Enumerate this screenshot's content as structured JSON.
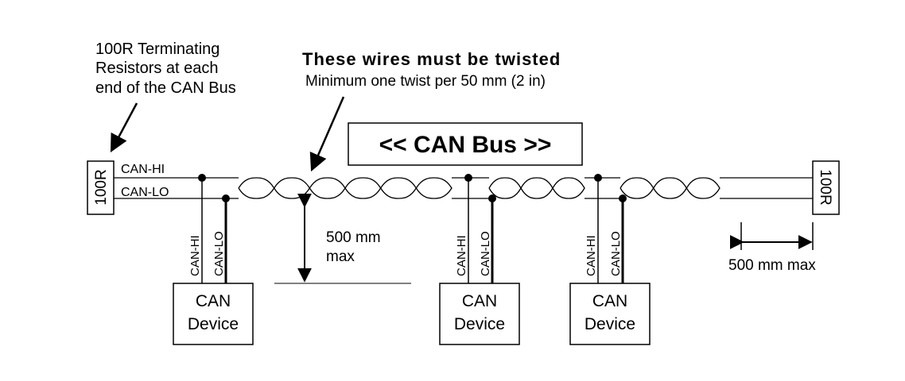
{
  "note": {
    "lines": [
      "100R Terminating",
      "Resistors at each",
      "end of the CAN Bus"
    ]
  },
  "twist": {
    "heading": "These wires must be twisted",
    "subheading": "Minimum one twist per 50 mm (2 in)"
  },
  "bus_title": "<< CAN Bus >>",
  "resistor_label": "100R",
  "wires": {
    "hi": "CAN-HI",
    "lo": "CAN-LO"
  },
  "stub_label": [
    "500 mm",
    "max"
  ],
  "end_label": "500 mm max",
  "device": {
    "line1": "CAN",
    "line2": "Device"
  },
  "colors": {
    "ink": "#000000",
    "background": "#ffffff"
  }
}
